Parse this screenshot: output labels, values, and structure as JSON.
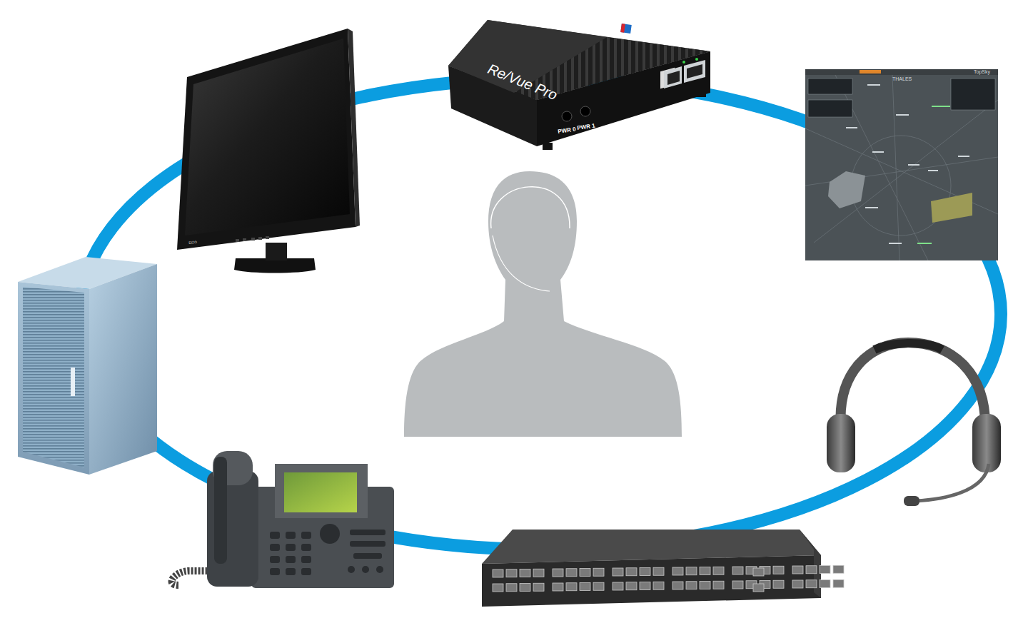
{
  "diagram": {
    "labels": [
      "Re/Vue Pro",
      "EIZO",
      "PWR 0",
      "PWR 1",
      "THALES",
      "TopSky",
      "EIZO"
    ]
  }
}
